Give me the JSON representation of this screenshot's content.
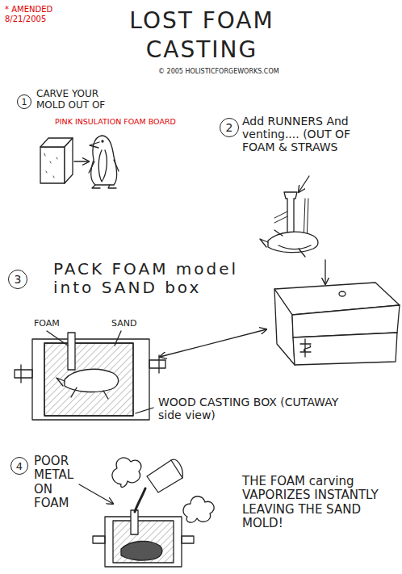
{
  "diagram": {
    "title": "LOST FOAM CASTING",
    "nodes": [
      {
        "text": [
          "1"
        ]
      },
      {
        "text": [
          "2"
        ]
      },
      {
        "text": [
          "3"
        ]
      },
      {
        "text": [
          "4"
        ]
      }
    ],
    "labels": [
      "* AMENDED 8/21/2005",
      "© 2005 HOLISTICFORGEWORKS.COM",
      "CARVE YOUR MOLD OUT OF",
      "PINK INSULATION FOAM BOARD",
      "Add RUNNERS And venting.... (OUT OF FOAM & STRAWS",
      "PACK FOAM model into SAND box",
      "FOAM",
      "SAND",
      "WOOD CASTING BOX (CUTAWAY side view)",
      "POOR METAL ON FOAM",
      "THE FOAM carving VAPORIZES INSTANTLY LEAVING THE SAND MOLD!"
    ]
  }
}
